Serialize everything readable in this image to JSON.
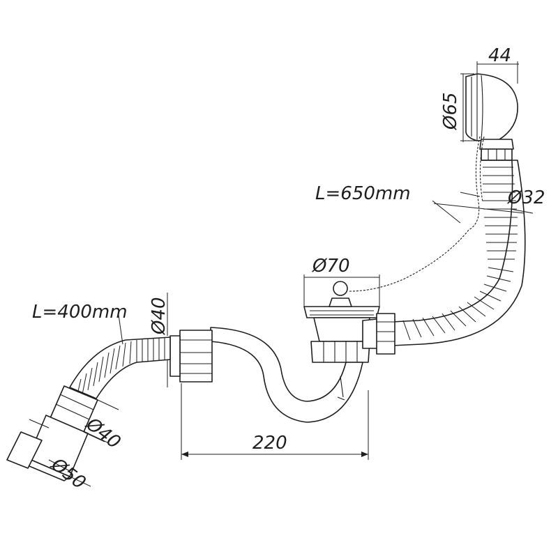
{
  "dimensions": {
    "overflow_length": "L=650mm",
    "overflow_depth": "44",
    "overflow_diameter": "Ø65",
    "overflow_hose_diameter": "Ø32",
    "drain_diameter": "Ø70",
    "outlet_hose_length": "L=400mm",
    "outlet_diameter": "Ø40",
    "trap_length": "220",
    "hose_end_diameter": "Ø40",
    "sleeve_diameter": "Ø50"
  }
}
